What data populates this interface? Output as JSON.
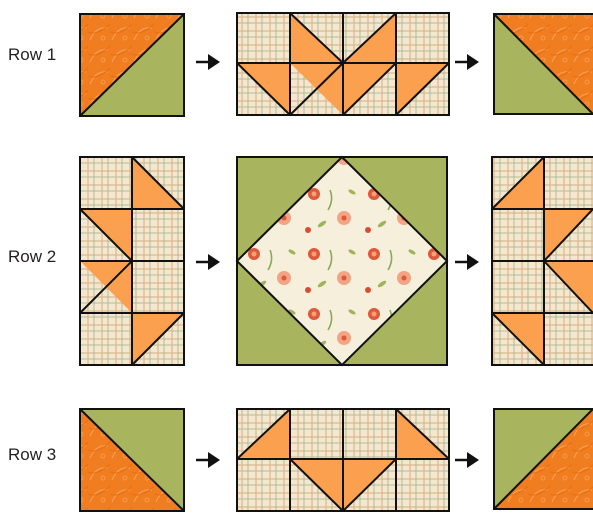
{
  "rows": [
    {
      "label": "Row 1"
    },
    {
      "label": "Row 2"
    },
    {
      "label": "Row 3"
    }
  ],
  "colors": {
    "orange_print": "#f07d1f",
    "orange_light": "#fba04f",
    "green": "#a9b45e",
    "plaid_bg": "#f5e6cf",
    "plaid_line_a": "#d9b98c",
    "plaid_line_b": "#9fb58a",
    "floral_bg": "#f6efdc",
    "outline": "#111111",
    "arrow": "#111111"
  },
  "icons": [
    "arrow-right-icon"
  ]
}
